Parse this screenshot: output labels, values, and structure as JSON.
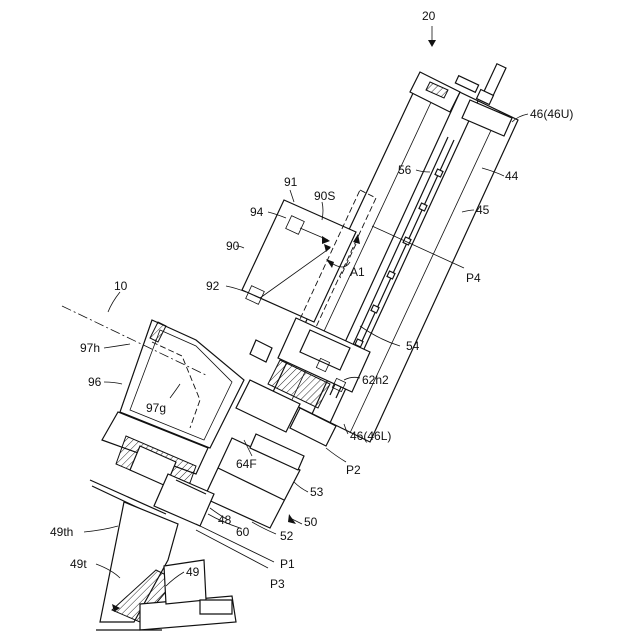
{
  "labels": {
    "l20": "20",
    "l46U": "46(46U)",
    "l44": "44",
    "l56": "56",
    "l45": "45",
    "l91": "91",
    "l90S": "90S",
    "l94": "94",
    "l90": "90",
    "lA1": "A1",
    "lP4": "P4",
    "l92": "92",
    "l10": "10",
    "l54": "54",
    "l97h": "97h",
    "l96": "96",
    "l62h2": "62h2",
    "l97g": "97g",
    "l46L": "46(46L)",
    "l64F": "64F",
    "lP2": "P2",
    "l53": "53",
    "l48": "48",
    "l50": "50",
    "l49th": "49th",
    "l60": "60",
    "l52": "52",
    "lP1": "P1",
    "l49t": "49t",
    "l49": "49",
    "lP3": "P3"
  }
}
